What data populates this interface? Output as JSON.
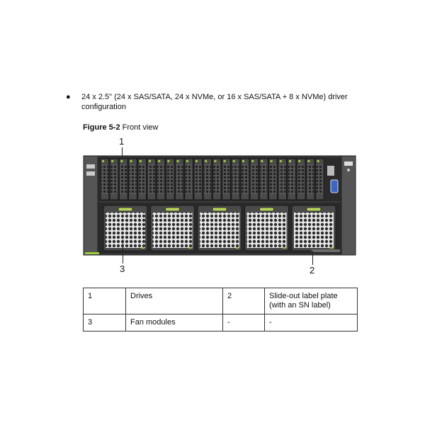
{
  "bullet": {
    "text": "24 x 2.5\" (24 x SAS/SATA, 24 x NVMe, or 16 x SAS/SATA + 8 x NVMe) driver configuration"
  },
  "figure": {
    "caption_label": "Figure 5-2",
    "caption_text": " Front view",
    "callouts": [
      "1",
      "2",
      "3"
    ],
    "drive_count": 24,
    "fan_count": 5,
    "colors": {
      "chassis": "#3a3a3a",
      "drive": "#4a4a4a",
      "led_green": "#9ccc3a",
      "handle": "#b7d45a"
    }
  },
  "legend_table": {
    "rows": [
      [
        "1",
        "Drives",
        "2",
        "Slide-out label plate (with an SN label)"
      ],
      [
        "3",
        "Fan modules",
        "-",
        "-"
      ]
    ]
  }
}
